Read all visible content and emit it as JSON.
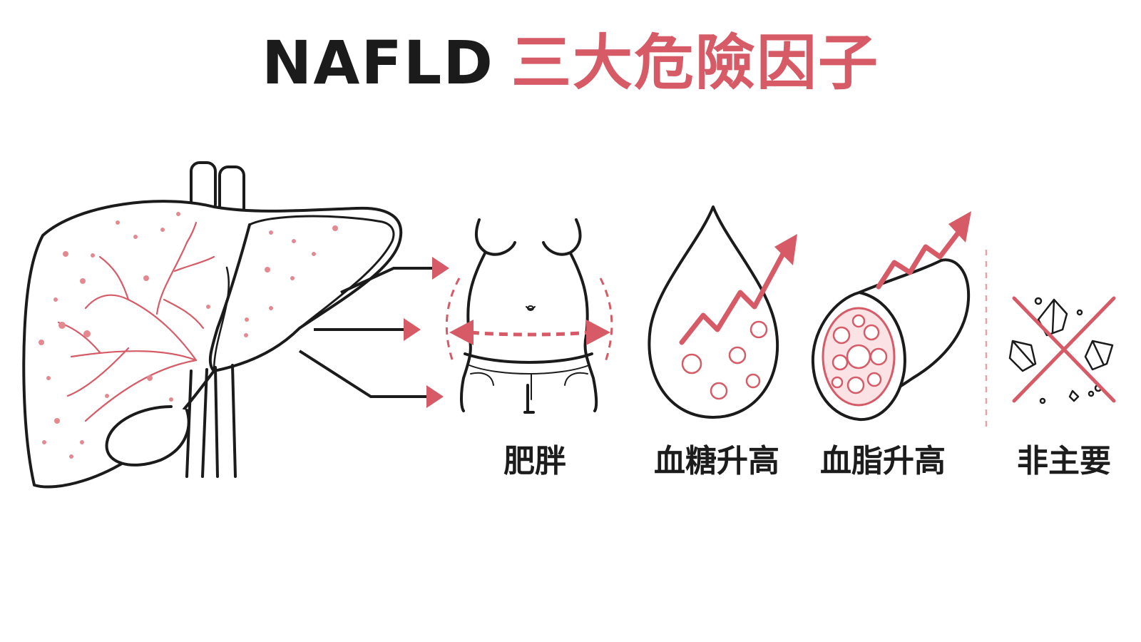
{
  "title": {
    "english": "NAFLD",
    "chinese": "三大危險因子"
  },
  "factors": [
    {
      "label": "肥胖",
      "icon": "waist-measurement-icon"
    },
    {
      "label": "血糖升高",
      "icon": "blood-drop-rising-icon"
    },
    {
      "label": "血脂升高",
      "icon": "artery-fat-rising-icon"
    },
    {
      "label": "非主要",
      "icon": "crossed-crystals-icon"
    }
  ],
  "colors": {
    "accent": "#d65b66",
    "line": "#1b1b1b"
  }
}
